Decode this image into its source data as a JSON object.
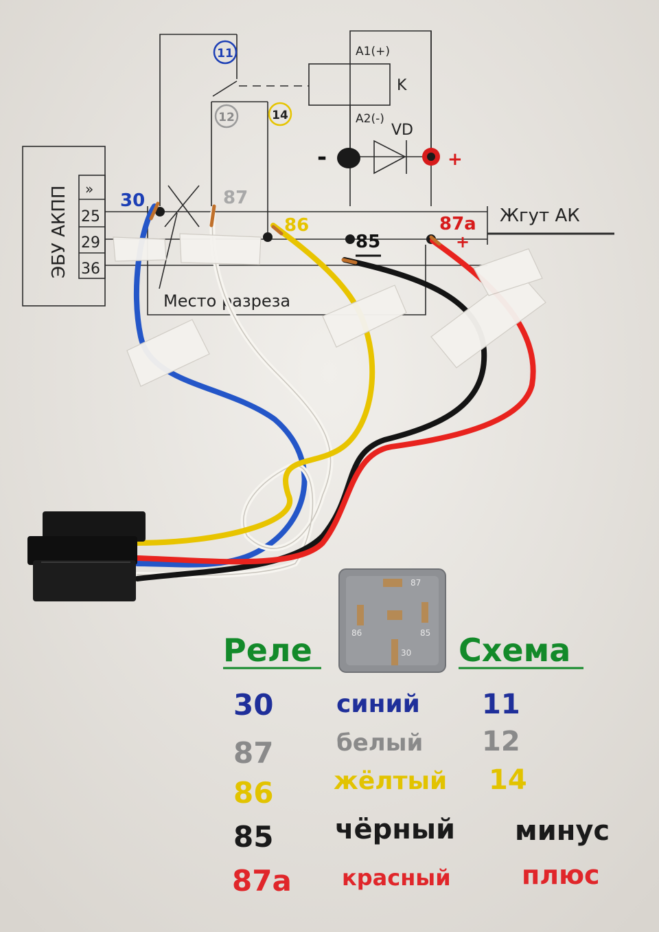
{
  "schematic": {
    "ecu_label": "ЭБУ АКПП",
    "ecu_pins": [
      "25",
      "29",
      "36"
    ],
    "coil_label": "K",
    "a1_label": "A1(+)",
    "a2_label": "A2(-)",
    "diode_label": "VD",
    "minus_sign": "-",
    "plus_sign": "+",
    "plus_sign_87a": "+",
    "contact_11": "11",
    "contact_12": "12",
    "contact_14": "14",
    "pin_30": "30",
    "pin_87": "87",
    "pin_86": "86",
    "pin_85": "85",
    "pin_87a": "87a",
    "harness_label": "Жгут АК",
    "cut_label": "Место разреза"
  },
  "relay": {
    "pin_87": "87",
    "pin_86": "86",
    "pin_85": "85",
    "pin_30": "30"
  },
  "legend": {
    "col_relay": "Реле",
    "col_scheme": "Схема",
    "rows": [
      {
        "pin": "30",
        "color_name": "синий",
        "scheme": "11",
        "color": "#1f2f9a"
      },
      {
        "pin": "87",
        "color_name": "белый",
        "scheme": "12",
        "color": "#8a8a8a"
      },
      {
        "pin": "86",
        "color_name": "жёлтый",
        "scheme": "14",
        "color": "#e2c300"
      },
      {
        "pin": "85",
        "color_name": "чёрный",
        "scheme": "минус",
        "color": "#1a1a1a"
      },
      {
        "pin": "87a",
        "color_name": "красный",
        "scheme": "плюс",
        "color": "#e0262a"
      }
    ]
  },
  "colors": {
    "header_green": "#138a2a",
    "paper": "#e9e6e1",
    "wire_blue": "#2456c8",
    "wire_white": "#f7f5f0",
    "wire_yellow": "#e8c400",
    "wire_black": "#141414",
    "wire_red": "#e8231e"
  }
}
